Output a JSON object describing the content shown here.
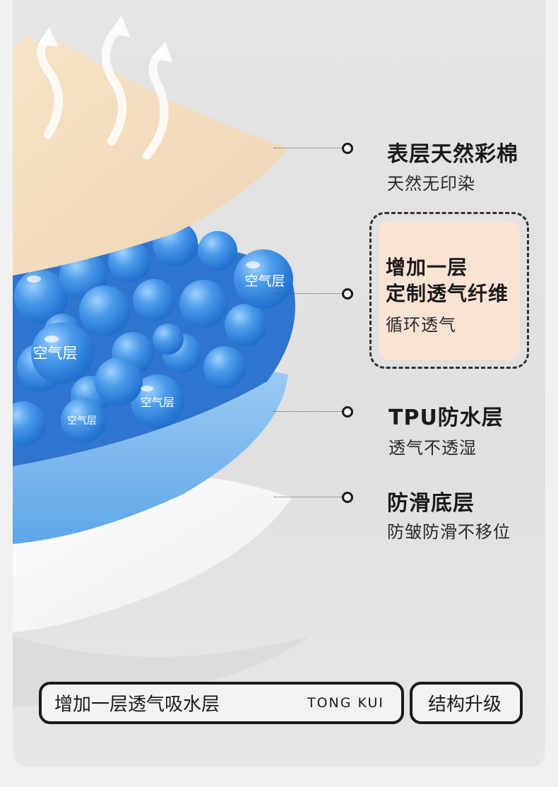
{
  "layers": [
    {
      "title": "表层天然彩棉",
      "subtitle": "天然无印染"
    },
    {
      "title_lines": [
        "增加一层",
        "定制透气纤维"
      ],
      "subtitle": "循环透气"
    },
    {
      "title": "TPU防水层",
      "subtitle": "透气不透湿"
    },
    {
      "title": "防滑底层",
      "subtitle": "防皱防滑不移位"
    }
  ],
  "bubble_labels": [
    "空气层",
    "空气层",
    "空气层",
    "空气层"
  ],
  "footer": {
    "main_text": "增加一层透气吸水层",
    "brand": "TONG KUI",
    "side_text": "结构升级"
  },
  "colors": {
    "cotton": "#f3ddc0",
    "bubbles": "#3d8fe3",
    "tpu": "#7ab7ec",
    "base": "#ffffff",
    "highlight_box": "#fbe3d4"
  },
  "icons": [
    "steam-arrow-icon",
    "steam-arrow-icon",
    "steam-arrow-icon"
  ]
}
